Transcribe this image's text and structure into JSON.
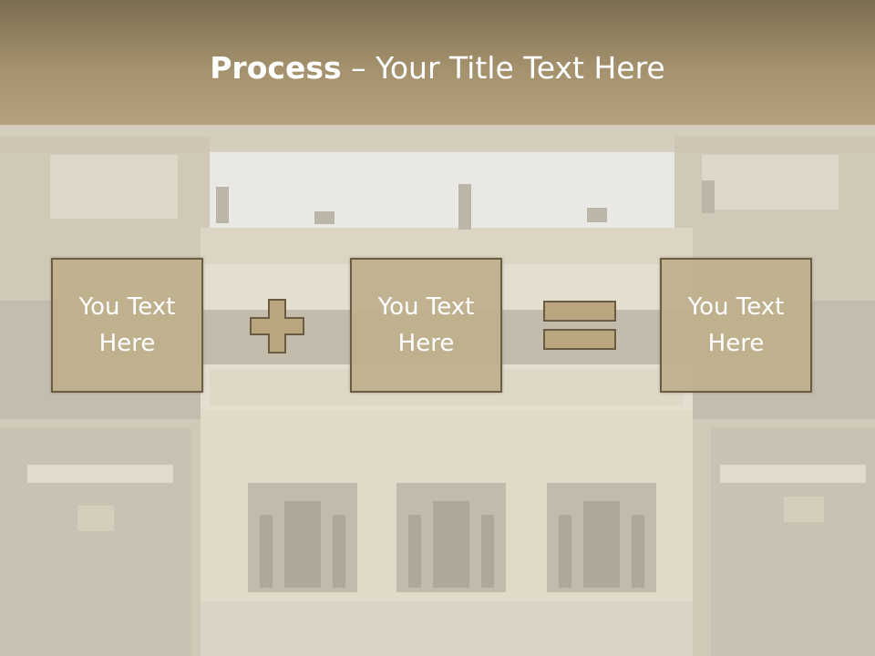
{
  "header": {
    "title_bold": "Process",
    "title_rest": " – Your Title Text Here"
  },
  "steps": [
    {
      "label": "You Text\nHere"
    },
    {
      "label": "You Text\nHere"
    },
    {
      "label": "You Text\nHere"
    }
  ],
  "operators": {
    "first": "plus-icon",
    "second": "equals-icon"
  },
  "colors": {
    "header": "#a4916d",
    "box_fill": "#beaf8c",
    "box_border": "#6a5d44",
    "operator_fill": "#b9a57e"
  }
}
